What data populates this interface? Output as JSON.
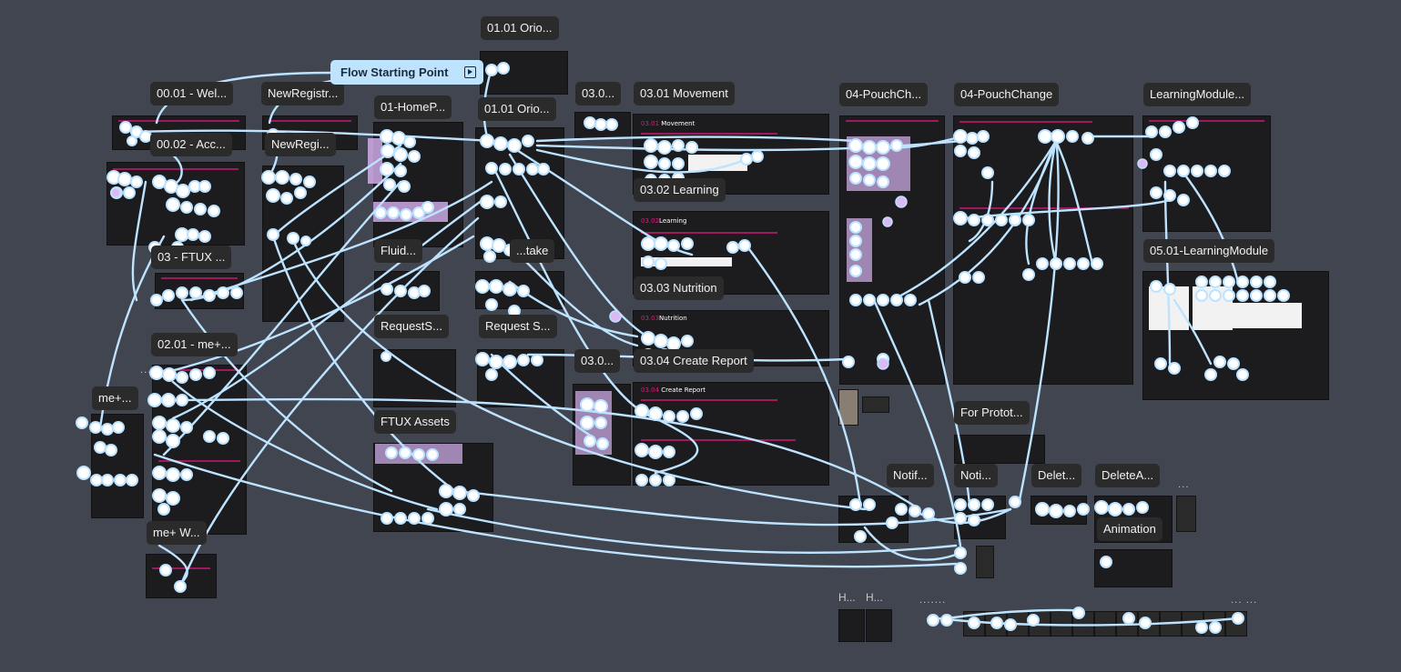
{
  "flow_start": {
    "label": "Flow Starting Point"
  },
  "frames": [
    {
      "id": "f-orio-top",
      "title": "01.01 Orio..."
    },
    {
      "id": "f-welcome",
      "title": "00.01 - Wel..."
    },
    {
      "id": "f-newreg",
      "title": "NewRegistr..."
    },
    {
      "id": "f-homep",
      "title": "01-HomeP..."
    },
    {
      "id": "f-orio-mid",
      "title": "01.01 Orio..."
    },
    {
      "id": "f-030",
      "title": "03.0..."
    },
    {
      "id": "f-movement",
      "title": "03.01 Movement"
    },
    {
      "id": "f-pouch1",
      "title": "04-PouchCh..."
    },
    {
      "id": "f-pouch2",
      "title": "04-PouchChange"
    },
    {
      "id": "f-learnmod",
      "title": "LearningModule..."
    },
    {
      "id": "f-acc",
      "title": "00.02 - Acc..."
    },
    {
      "id": "f-newregi",
      "title": "NewRegi..."
    },
    {
      "id": "f-learning",
      "title": "03.02 Learning"
    },
    {
      "id": "f-ftux",
      "title": "03 - FTUX ..."
    },
    {
      "id": "f-fluid",
      "title": "Fluid..."
    },
    {
      "id": "f-intake",
      "title": "...take"
    },
    {
      "id": "f-learnmod2",
      "title": "05.01-LearningModule"
    },
    {
      "id": "f-nutrition",
      "title": "03.03 Nutrition"
    },
    {
      "id": "f-requests1",
      "title": "RequestS..."
    },
    {
      "id": "f-requests2",
      "title": "Request S..."
    },
    {
      "id": "f-meplus1",
      "title": "02.01 - me+..."
    },
    {
      "id": "f-030b",
      "title": "03.0..."
    },
    {
      "id": "f-report",
      "title": "03.04 Create Report"
    },
    {
      "id": "f-meplus2",
      "title": "me+..."
    },
    {
      "id": "f-ftuxassets",
      "title": "FTUX Assets"
    },
    {
      "id": "f-protot",
      "title": "For Protot..."
    },
    {
      "id": "f-notif1",
      "title": "Notif..."
    },
    {
      "id": "f-notif2",
      "title": "Noti..."
    },
    {
      "id": "f-delete1",
      "title": "Delet..."
    },
    {
      "id": "f-delete2",
      "title": "DeleteA..."
    },
    {
      "id": "f-animation",
      "title": "Animation"
    },
    {
      "id": "f-mew",
      "title": "me+ W..."
    },
    {
      "id": "f-h1",
      "title": "H..."
    },
    {
      "id": "f-h2",
      "title": "H..."
    }
  ],
  "frame_tags": {
    "movement": {
      "num": "03.01",
      "text": "Movement"
    },
    "learning": {
      "num": "03.02",
      "text": "Learning"
    },
    "nutrition": {
      "num": "03.03",
      "text": "Nutrition"
    },
    "report": {
      "num": "03.04",
      "text": "Create Report"
    }
  },
  "ellipsis": "...",
  "ellipsis_pair": "... ...",
  "ellipsis_long": ".......",
  "colors": {
    "canvas": "#414550",
    "frame": "#1c1c1e",
    "wire": "#bde3ff",
    "node_stroke": "#bde3ff",
    "node_fill": "#ffffff",
    "accent_pink": "#a0195e",
    "hotspot_purple": "#dcb8f5"
  },
  "icons": {
    "flow_play": "play-icon"
  }
}
